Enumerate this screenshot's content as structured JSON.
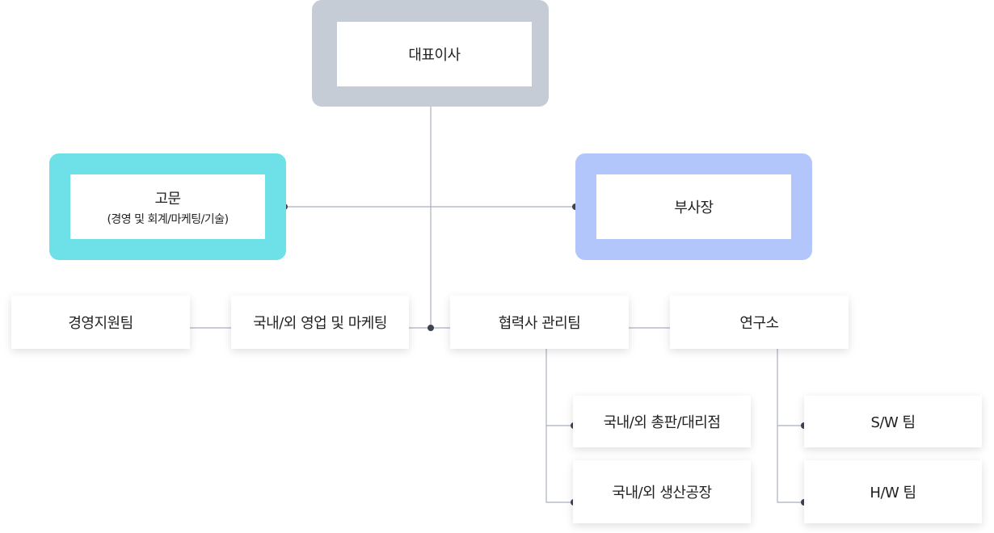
{
  "chart": {
    "ceo": {
      "label": "대표이사"
    },
    "advisor": {
      "label": "고문",
      "sub": "(경영 및 회계/마케팅/기술)"
    },
    "vp": {
      "label": "부사장"
    },
    "departments": [
      {
        "label": "경영지원팀"
      },
      {
        "label": "국내/외 영업 및 마케팅"
      },
      {
        "label": "협력사 관리팀"
      },
      {
        "label": "연구소"
      }
    ],
    "partner_sub": [
      {
        "label": "국내/외 총판/대리점"
      },
      {
        "label": "국내/외 생산공장"
      }
    ],
    "lab_sub": [
      {
        "label": "S/W 팀"
      },
      {
        "label": "H/W 팀"
      }
    ]
  },
  "colors": {
    "ceo_frame": "#c6ccd6",
    "advisor_frame": "#6ee0e8",
    "vp_frame": "#b3c6fb",
    "connector": "#a9b1be",
    "dot": "#3d4350"
  }
}
